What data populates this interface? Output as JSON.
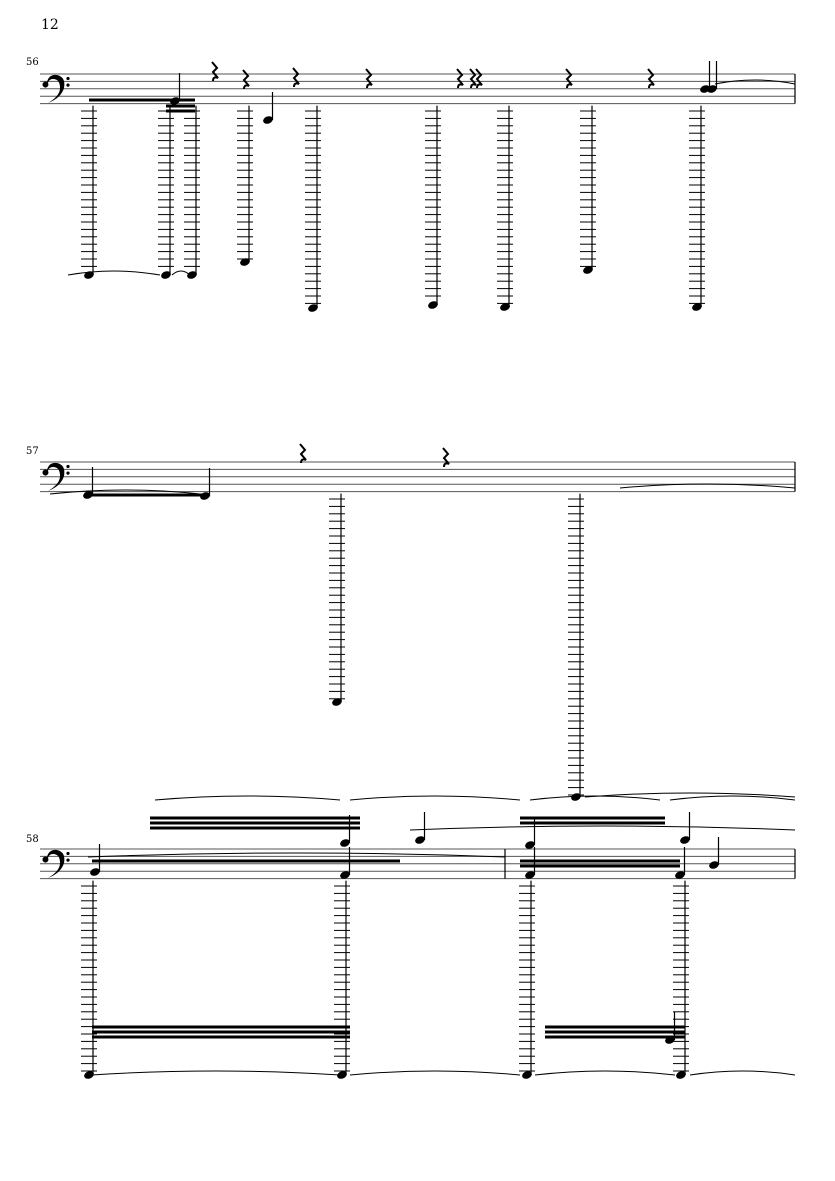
{
  "page_number": "12",
  "systems": [
    {
      "measure_number": "56",
      "clef": "bass"
    },
    {
      "measure_number": "57",
      "clef": "bass"
    },
    {
      "measure_number": "58",
      "clef": "bass"
    }
  ]
}
